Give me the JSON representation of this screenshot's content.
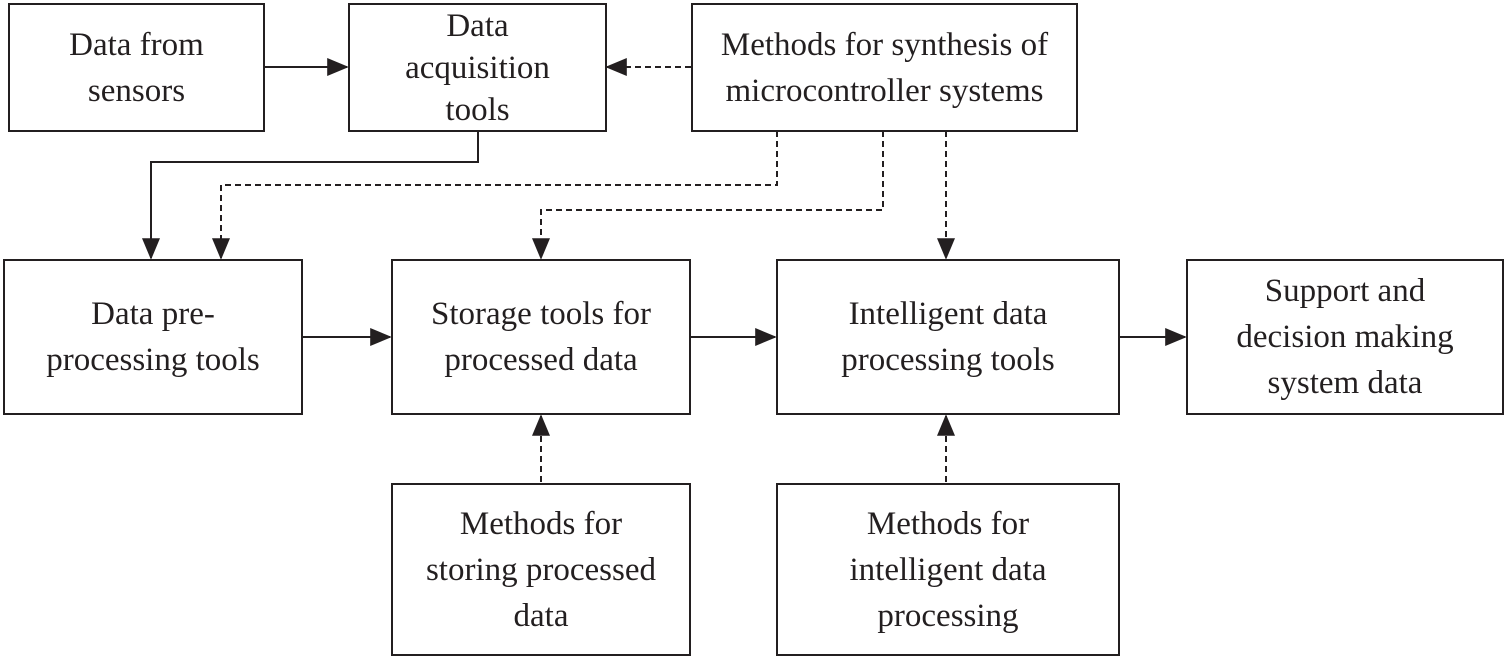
{
  "nodes": {
    "sensors": "Data from\nsensors",
    "acquisition": "Data\nacquisition\ntools",
    "synthesis": "Methods for synthesis of\nmicrocontroller systems",
    "preprocessing": "Data pre-\nprocessing tools",
    "storage": "Storage tools for\nprocessed data",
    "intelligent": "Intelligent data\nprocessing tools",
    "support": "Support and\ndecision making\nsystem data",
    "storing_methods": "Methods for\nstoring processed\ndata",
    "intelligent_methods": "Methods for\nintelligent data\nprocessing"
  },
  "colors": {
    "line": "#231f20",
    "background": "#ffffff"
  }
}
